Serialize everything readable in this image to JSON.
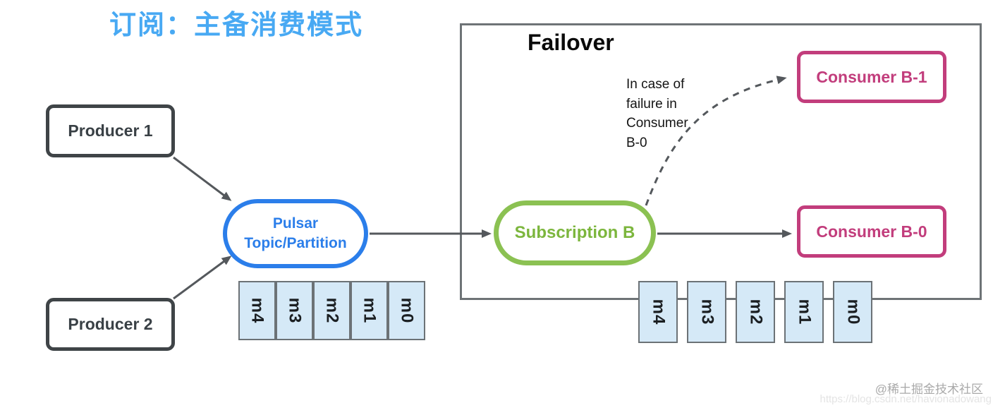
{
  "title": "订阅：主备消费模式",
  "colors": {
    "title_blue": "#48a9f3",
    "topic_blue": "#2b7eea",
    "subscription_green": "#8bc152",
    "consumer_pink": "#c23d7c",
    "node_border_gray": "#3f4447",
    "queue_fill_blue": "#d5e9f7",
    "arrow_gray": "#54585c"
  },
  "producers": [
    {
      "label": "Producer 1"
    },
    {
      "label": "Producer 2"
    }
  ],
  "topic": {
    "line1": "Pulsar",
    "line2": "Topic/Partition"
  },
  "failover": {
    "title": "Failover",
    "subscription_label": "Subscription B",
    "consumers": [
      {
        "label": "Consumer B-1"
      },
      {
        "label": "Consumer B-0"
      }
    ],
    "annotation_lines": [
      "In case of",
      "failure in",
      "Consumer",
      "B-0"
    ]
  },
  "queues": {
    "topic_row": [
      "m4",
      "m3",
      "m2",
      "m1",
      "m0"
    ],
    "failover_row": [
      "m4",
      "m3",
      "m2",
      "m1",
      "m0"
    ]
  },
  "watermark": {
    "community": "@稀土掘金技术社区",
    "url": "https://blog.csdn.net/havionadowang"
  }
}
